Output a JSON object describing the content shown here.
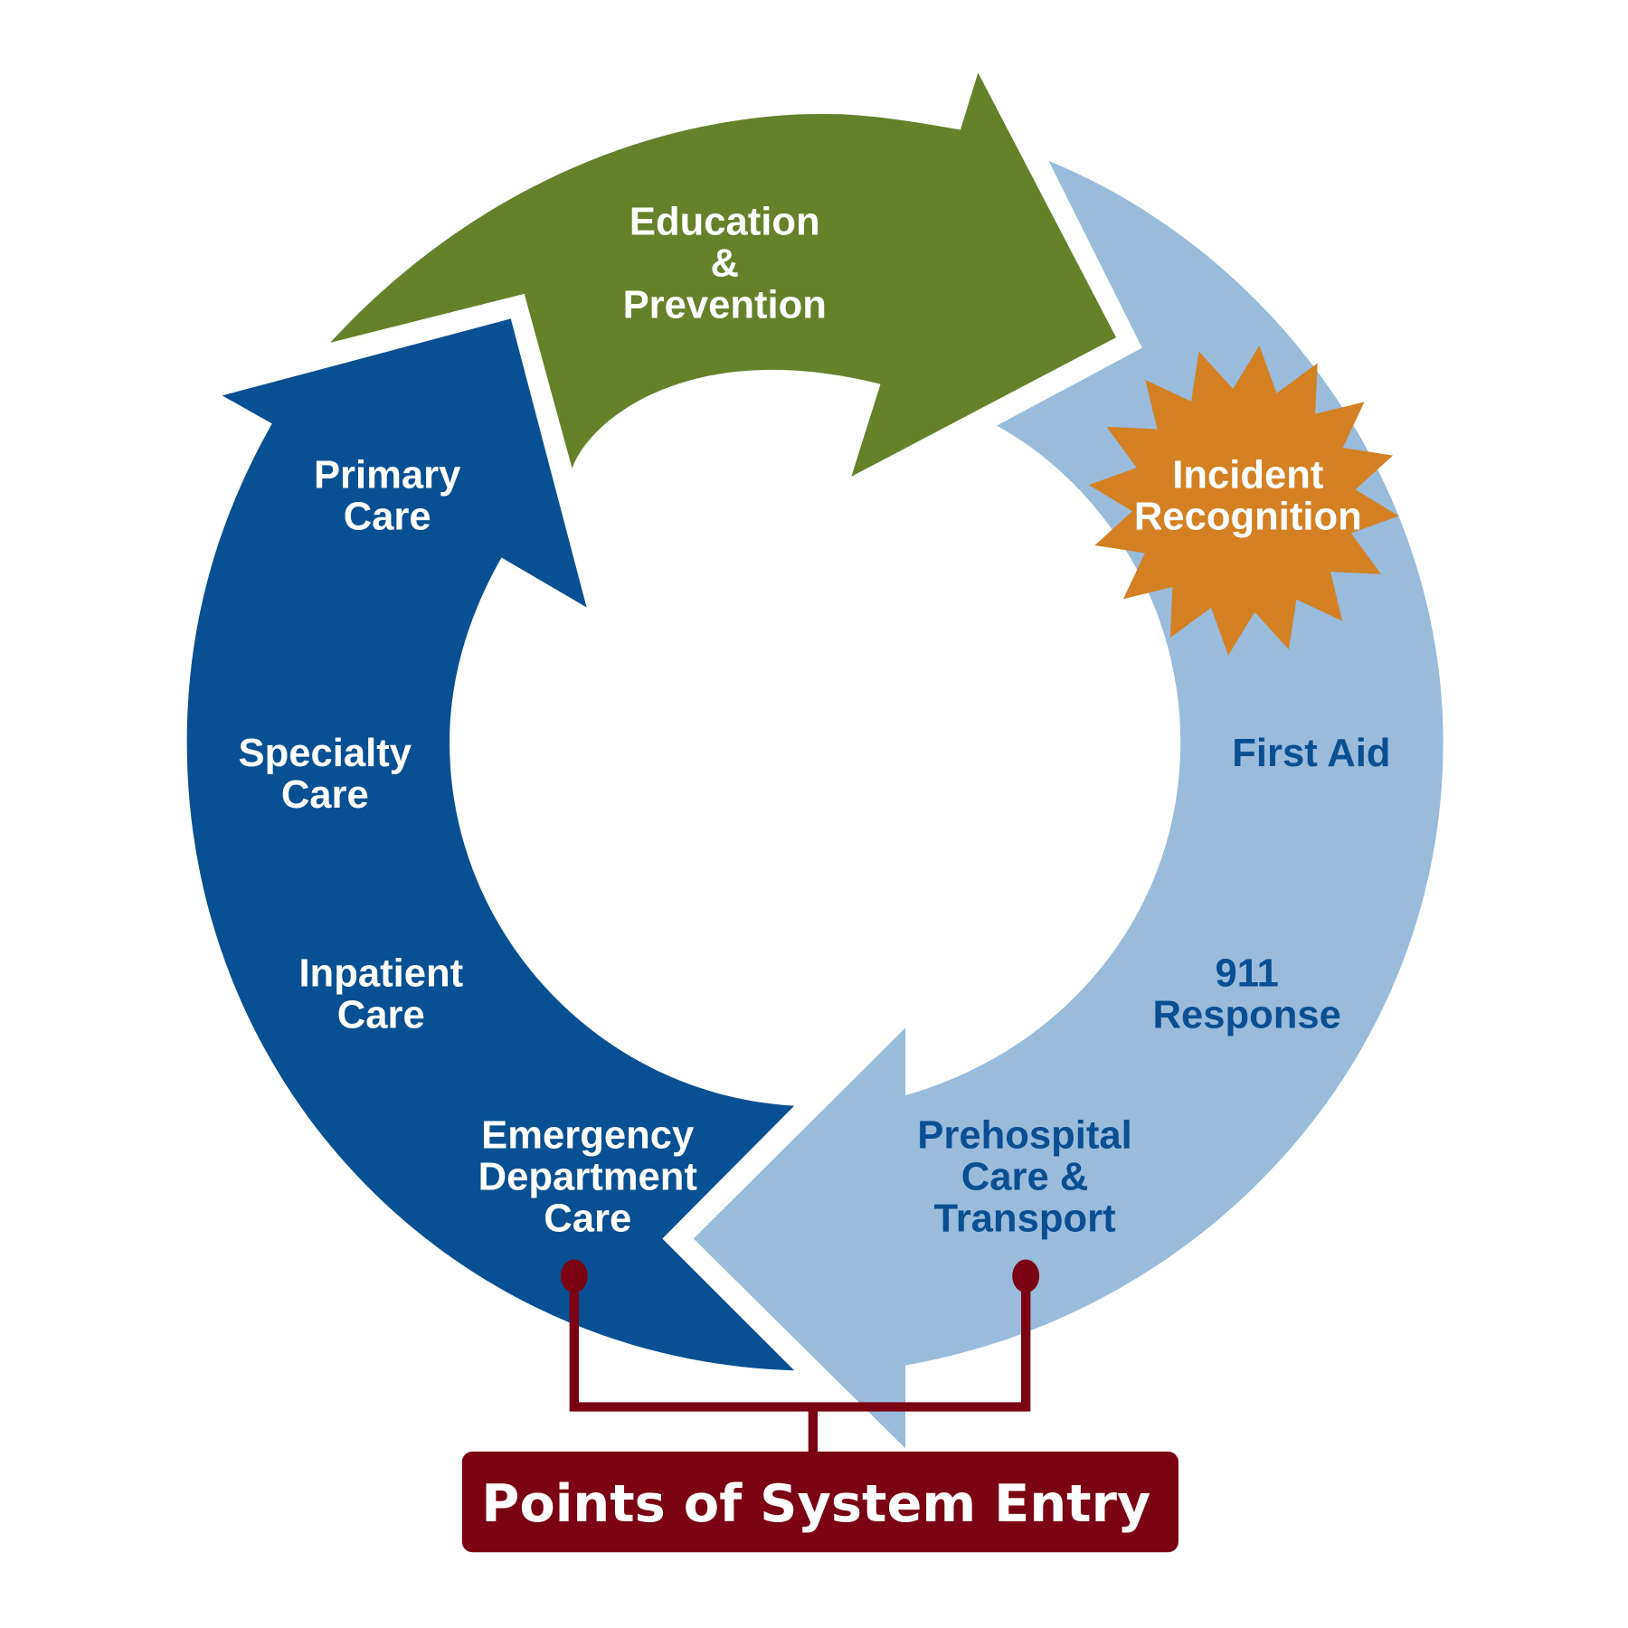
{
  "diagram": {
    "title": "Points of System Entry",
    "colors": {
      "education_arrow": "#65812a",
      "care_arrow": "#085091",
      "response_arrow": "#99bbdc",
      "starburst": "#d38123",
      "entry": "#7b0313",
      "dark_text": "#0a4f91",
      "light_text": "#ffffff"
    },
    "stages": {
      "education": {
        "line1": "Education",
        "line2": "&",
        "line3": "Prevention"
      },
      "incident": {
        "line1": "Incident",
        "line2": "Recognition"
      },
      "first_aid": {
        "line1": "First Aid"
      },
      "response_911": {
        "line1": "911",
        "line2": "Response"
      },
      "prehospital": {
        "line1": "Prehospital",
        "line2": "Care &",
        "line3": "Transport"
      },
      "emergency": {
        "line1": "Emergency",
        "line2": "Department",
        "line3": "Care"
      },
      "inpatient": {
        "line1": "Inpatient",
        "line2": "Care"
      },
      "specialty": {
        "line1": "Specialty",
        "line2": "Care"
      },
      "primary": {
        "line1": "Primary",
        "line2": "Care"
      }
    },
    "entry_points": [
      "Emergency Department Care",
      "Prehospital Care & Transport"
    ]
  }
}
